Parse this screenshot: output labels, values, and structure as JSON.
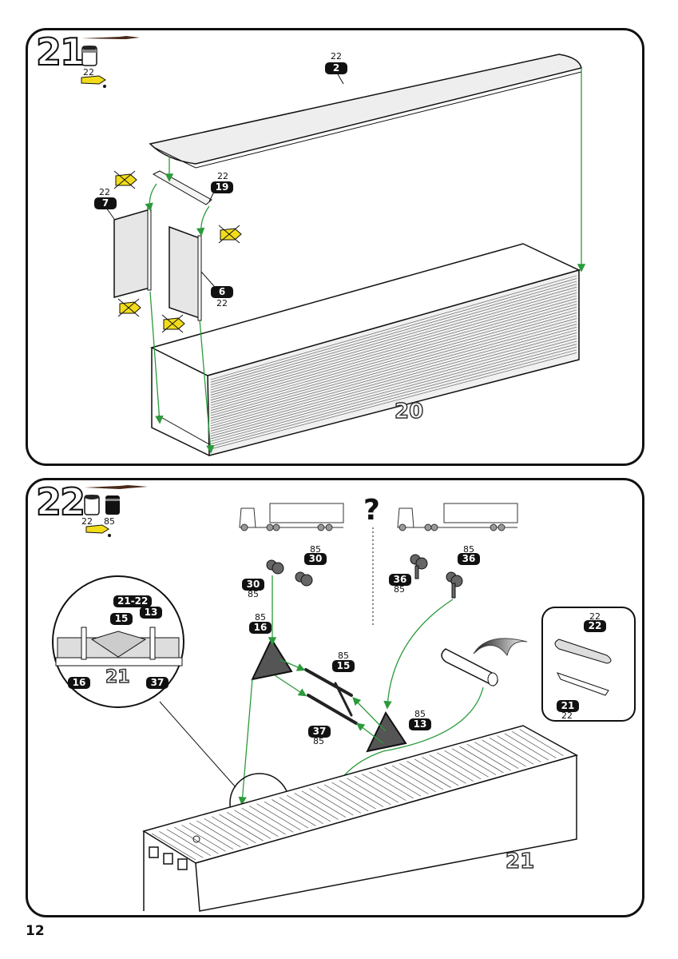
{
  "page_number": "12",
  "colors": {
    "arrow": "#2a9a3a",
    "glue": "#f2dc1a",
    "ink": "#111111"
  },
  "steps": [
    {
      "number": "21",
      "tools": [
        "paint-brush-icon",
        "paint-pot-icon",
        "glue-tube-icon"
      ],
      "paint_codes": [
        "22"
      ],
      "parts": [
        {
          "part": "2",
          "paint": "22"
        },
        {
          "part": "19",
          "paint": "22"
        },
        {
          "part": "7",
          "paint": "22"
        },
        {
          "part": "6",
          "paint": "22"
        }
      ],
      "no_glue_marks": 4,
      "assembly_label": "20"
    },
    {
      "number": "22",
      "tools": [
        "paint-brush-icon",
        "paint-pot-icon",
        "paint-pot-dark-icon",
        "glue-tube-icon"
      ],
      "paint_codes": [
        "22",
        "85"
      ],
      "variant_question": "?",
      "parts": [
        {
          "part": "30",
          "paint": "85"
        },
        {
          "part": "30",
          "paint": "85"
        },
        {
          "part": "36",
          "paint": "85"
        },
        {
          "part": "36",
          "paint": "85"
        },
        {
          "part": "16",
          "paint": "85"
        },
        {
          "part": "15",
          "paint": "85"
        },
        {
          "part": "13",
          "paint": "85"
        },
        {
          "part": "37",
          "paint": "85"
        }
      ],
      "detail_callouts": [
        "21-22",
        "15",
        "13",
        "16",
        "37"
      ],
      "detail_label": "21",
      "inset": {
        "top_part": "22",
        "top_paint": "22",
        "bottom_part": "21",
        "bottom_paint": "22"
      },
      "assembly_label": "21"
    }
  ]
}
